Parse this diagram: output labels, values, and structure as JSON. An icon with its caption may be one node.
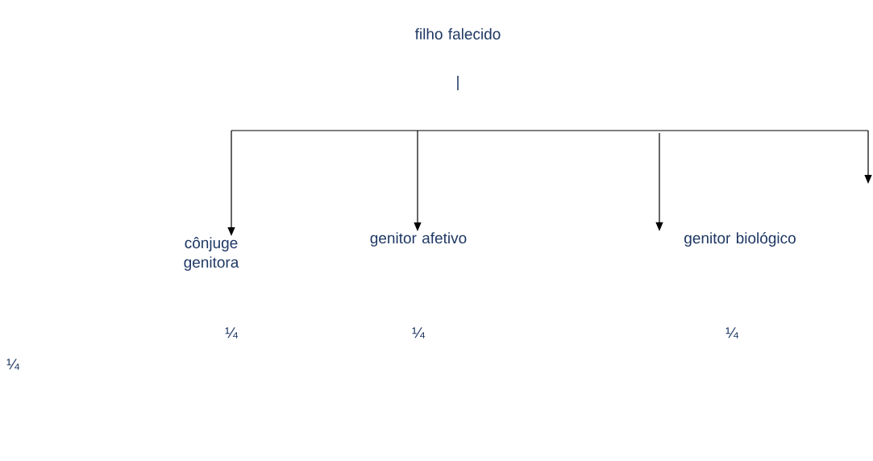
{
  "diagram": {
    "nodes": [
      {
        "text": [
          "filho falecido"
        ]
      },
      {
        "text": [
          "cônjuge genitora"
        ]
      },
      {
        "text": [
          "genitor afetivo"
        ]
      },
      {
        "text": [
          "genitor biológico"
        ]
      }
    ],
    "edges": [
      {
        "from": null,
        "to": 1,
        "arrow": "to"
      },
      {
        "from": null,
        "to": 2,
        "arrow": "to"
      },
      {
        "from": null,
        "to": 3,
        "arrow": "to"
      }
    ],
    "labels": [
      "|",
      "¼",
      "¼",
      "¼",
      "¼"
    ]
  }
}
